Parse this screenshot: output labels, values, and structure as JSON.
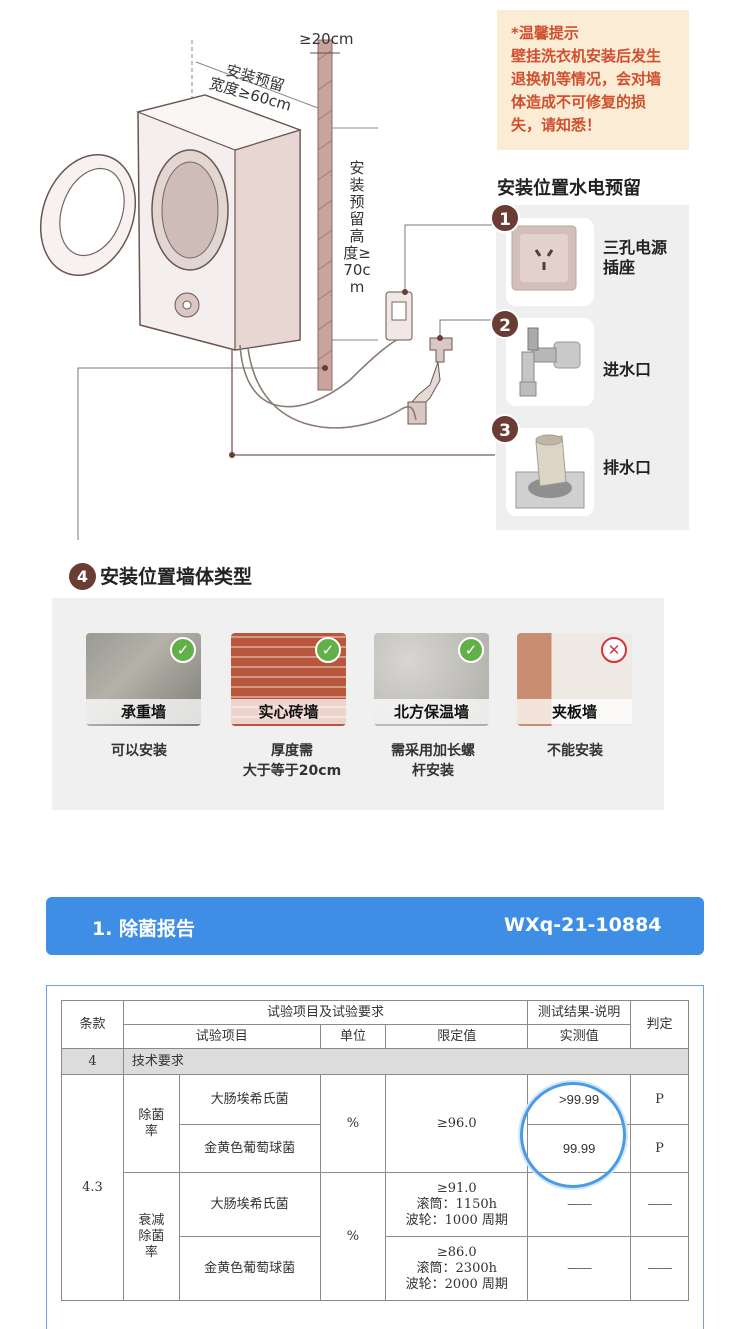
{
  "diagram": {
    "gap": "≥20cm",
    "width_req": "安装预留\n宽度≥60cm",
    "height_req": "安装预留高度≥70cm",
    "warning": "*温馨提示\n壁挂洗衣机安装后发生退换机等情况，会对墙体造成不可修复的损失，请知悉！",
    "prep_title": "安装位置水电预留",
    "prep_items": [
      {
        "num": "1",
        "label": "三孔电源\n插座",
        "icon": "power-socket-icon"
      },
      {
        "num": "2",
        "label": "进水口",
        "icon": "faucet-icon"
      },
      {
        "num": "3",
        "label": "排水口",
        "icon": "floor-drain-icon"
      }
    ]
  },
  "walls": {
    "num": "4",
    "title": "安装位置墙体类型",
    "items": [
      {
        "name": "承重墙",
        "note": "可以安装",
        "ok": true
      },
      {
        "name": "实心砖墙",
        "note": "厚度需\n大于等于20cm",
        "ok": true
      },
      {
        "name": "北方保温墙",
        "note": "需采用加长螺\n杆安装",
        "ok": true
      },
      {
        "name": "夹板墙",
        "note": "不能安装",
        "ok": false
      }
    ]
  },
  "report": {
    "title": "1. 除菌报告",
    "id": "WXq-21-10884",
    "headers": {
      "clause": "条款",
      "test_items_req": "试验项目及试验要求",
      "result_desc": "测试结果-说明",
      "judge": "判定",
      "test_item": "试验项目",
      "unit": "单位",
      "limit": "限定值",
      "measured": "实测值"
    },
    "section": {
      "clause": "4",
      "name": "技术要求"
    },
    "rows": {
      "clause": "4.3",
      "group1": {
        "name": "除菌\n率",
        "unit": "%",
        "limit": "≥96.0",
        "items": [
          {
            "name": "大肠埃希氏菌",
            "value": ">99.99",
            "judge": "P"
          },
          {
            "name": "金黄色葡萄球菌",
            "value": "99.99",
            "judge": "P"
          }
        ]
      },
      "group2": {
        "name": "衰减\n除菌\n率",
        "unit": "%",
        "items": [
          {
            "name": "大肠埃希氏菌",
            "limit": "≥91.0\n滚筒：1150h\n波轮：1000 周期",
            "value": "——",
            "judge": "——"
          },
          {
            "name": "金黄色葡萄球菌",
            "limit": "≥86.0\n滚筒：2300h\n波轮：2000 周期",
            "value": "——",
            "judge": "——"
          }
        ]
      }
    }
  }
}
